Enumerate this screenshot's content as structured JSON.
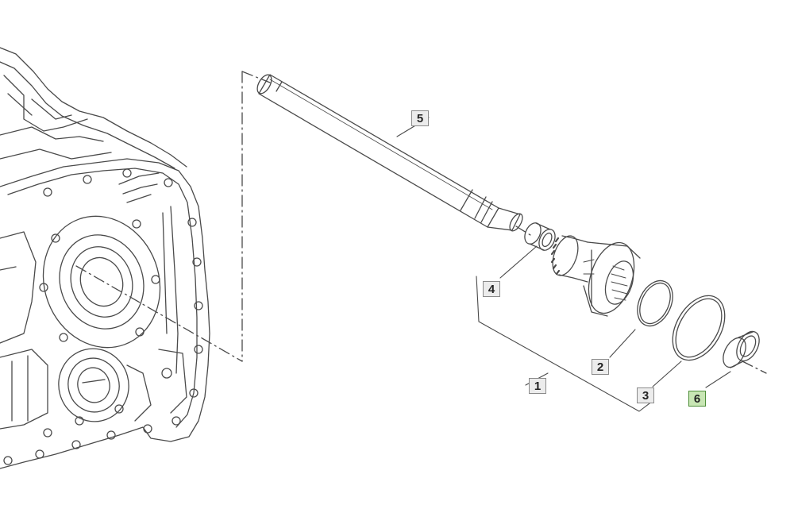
{
  "callouts": [
    {
      "id": "callout-5",
      "label": "5",
      "highlighted": false
    },
    {
      "id": "callout-4",
      "label": "4",
      "highlighted": false
    },
    {
      "id": "callout-2",
      "label": "2",
      "highlighted": false
    },
    {
      "id": "callout-1",
      "label": "1",
      "highlighted": false
    },
    {
      "id": "callout-3",
      "label": "3",
      "highlighted": false
    },
    {
      "id": "callout-6",
      "label": "6",
      "highlighted": true
    }
  ],
  "colors": {
    "line": "#4a4a4a",
    "callout_fill": "#ececec",
    "callout_active_fill": "#c8e6b4",
    "callout_active_border": "#4f8f3a"
  }
}
